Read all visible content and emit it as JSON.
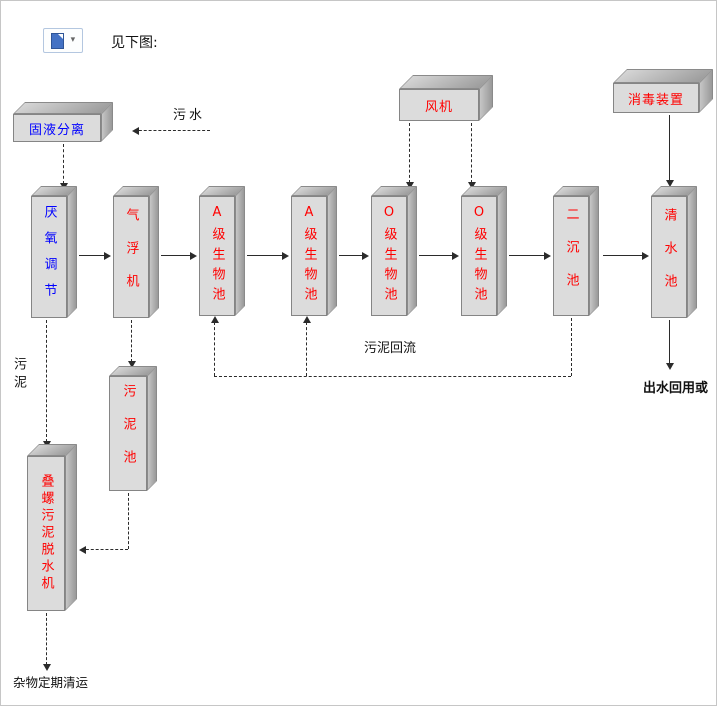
{
  "toolbar": {
    "paste_options": {
      "dropdown_glyph": "▾"
    }
  },
  "header": {
    "see_figure": "见下图:"
  },
  "boxes": {
    "separator": {
      "label": "固液分离",
      "color": "#0000ff"
    },
    "fan": {
      "label": "风机",
      "color": "#ff0000"
    },
    "disinfection": {
      "label": "消毒装置",
      "color": "#ff0000"
    },
    "anaerobic": {
      "label": "厌氧调节",
      "color": "#0000ff"
    },
    "flotation": {
      "label": "气浮机",
      "color": "#ff0000"
    },
    "biopool_a1": {
      "label": "A级生物池",
      "color": "#ff0000"
    },
    "biopool_a2": {
      "label": "A级生物池",
      "color": "#ff0000"
    },
    "biopool_o1": {
      "label": "O级生物池",
      "color": "#ff0000"
    },
    "biopool_o2": {
      "label": "O级生物池",
      "color": "#ff0000"
    },
    "secondary_sedimentation": {
      "label": "二沉池",
      "color": "#ff0000"
    },
    "clear_water": {
      "label": "清水池",
      "color": "#ff0000"
    },
    "sludge_pool": {
      "label": "污泥池",
      "color": "#ff0000"
    },
    "dewatering": {
      "label": "叠螺污泥脱水机",
      "color": "#ff0000"
    }
  },
  "flow_labels": {
    "influent": "污水",
    "sludge": "污泥",
    "sludge_return": "污泥回流",
    "effluent": "出水回用或",
    "debris_removal": "杂物定期清运"
  },
  "colors": {
    "red": "#ff0000",
    "blue": "#0000ff",
    "line": "#2b2b2b",
    "box_face": "#dcdcdc"
  }
}
